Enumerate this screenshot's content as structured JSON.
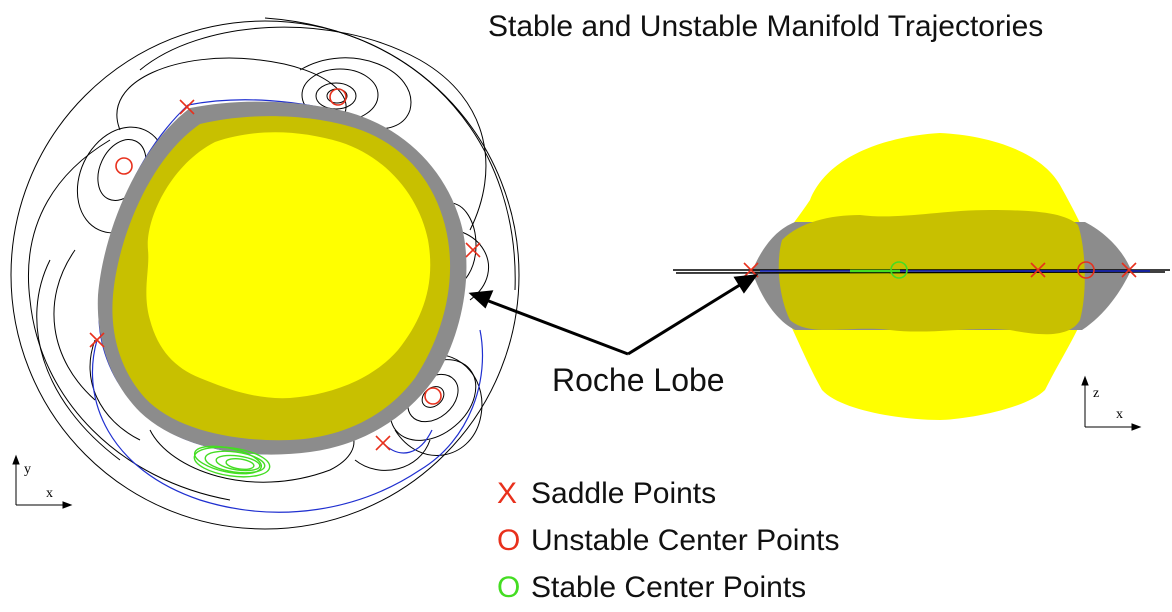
{
  "title": "Stable and Unstable Manifold Trajectories",
  "callout": "Roche Lobe",
  "legend": [
    {
      "symbol": "X",
      "label": "Saddle Points",
      "color": "#e8301c"
    },
    {
      "symbol": "O",
      "label": "Unstable Center Points",
      "color": "#e8301c"
    },
    {
      "symbol": "O",
      "label": "Stable Center Points",
      "color": "#44dd22"
    }
  ],
  "left_axes": {
    "vertical": "y",
    "horizontal": "x"
  },
  "right_axes": {
    "vertical": "z",
    "horizontal": "x"
  },
  "colors": {
    "body_core": "#ffff00",
    "body_shell": "#c8c000",
    "roche_lobe": "#8c8c8c",
    "saddle": "#e8301c",
    "unstable_center": "#e8301c",
    "stable_center": "#44dd22",
    "unstable_trajectory": "#000000",
    "stable_trajectory": "#1f2fd0"
  },
  "icons": {
    "saddle_marker": "x-mark",
    "center_marker": "circle-mark"
  }
}
